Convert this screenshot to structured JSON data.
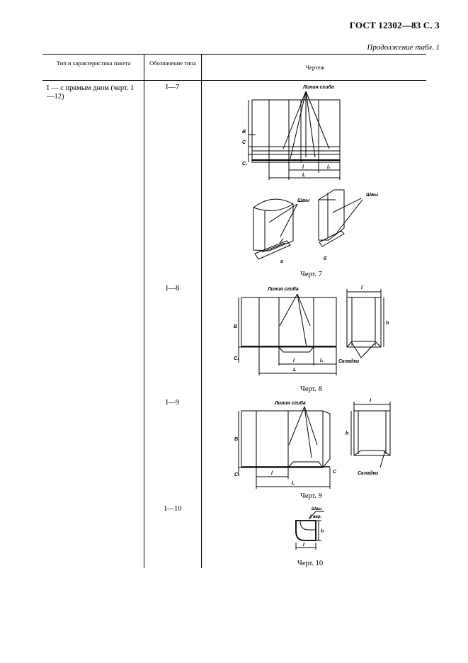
{
  "header": {
    "title": "ГОСТ 12302—83 С. 3",
    "continuation": "Продолжение табл. 1"
  },
  "table": {
    "columns": [
      "Тип и характеристика пакета",
      "Обозначение типа",
      "Чертеж"
    ],
    "rows": [
      {
        "type_desc": "I — с прямым дном (черт. 1—12)",
        "code": "I—7",
        "caption": "Черт. 7"
      },
      {
        "type_desc": "",
        "code": "I—8",
        "caption": "Черт. 8"
      },
      {
        "type_desc": "",
        "code": "I—9",
        "caption": "Черт. 9"
      },
      {
        "type_desc": "",
        "code": "I—10",
        "caption": "Черт. 10"
      }
    ]
  },
  "drawing_labels": {
    "fold_line": "Линия сгиба",
    "seams": "Швы",
    "seams_2": "2 вар.",
    "gussets": "Складки",
    "variant_a": "а",
    "variant_b": "б",
    "dim_B": "В",
    "dim_C": "С",
    "dim_C1": "С₁",
    "dim_l": "l",
    "dim_l1": "l₁",
    "dim_L": "L",
    "dim_h": "h"
  }
}
